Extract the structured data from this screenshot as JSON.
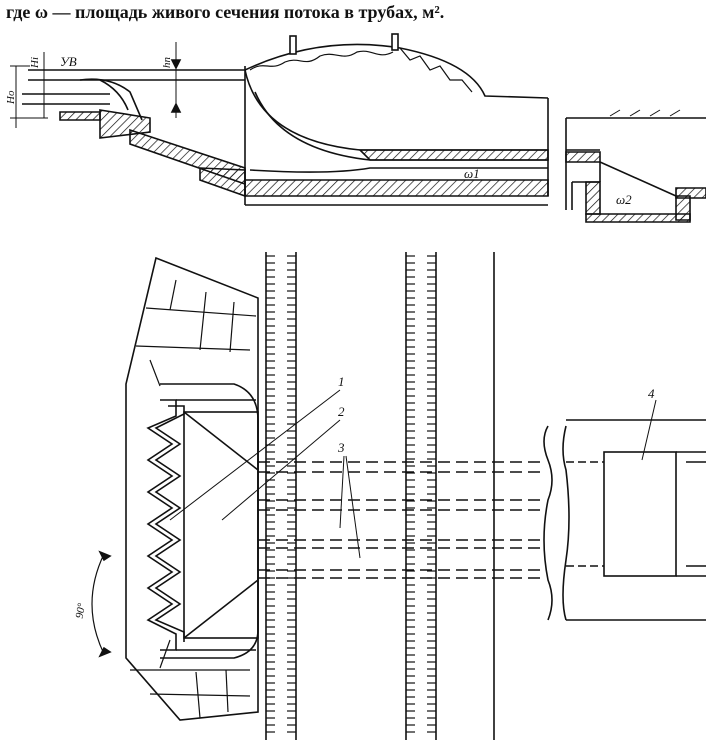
{
  "header": {
    "formula_text": "где ω — площадь живого сечения потока в трубах, м²."
  },
  "section_view": {
    "labels": {
      "H_i": "Hi",
      "H_0": "Ho",
      "upstream_level": "УВ",
      "h_n": "hn",
      "omega_1": "ω1",
      "omega_2": "ω2"
    }
  },
  "plan_view": {
    "callouts": [
      "1",
      "2",
      "3",
      "4"
    ],
    "angle_label": "90°"
  }
}
